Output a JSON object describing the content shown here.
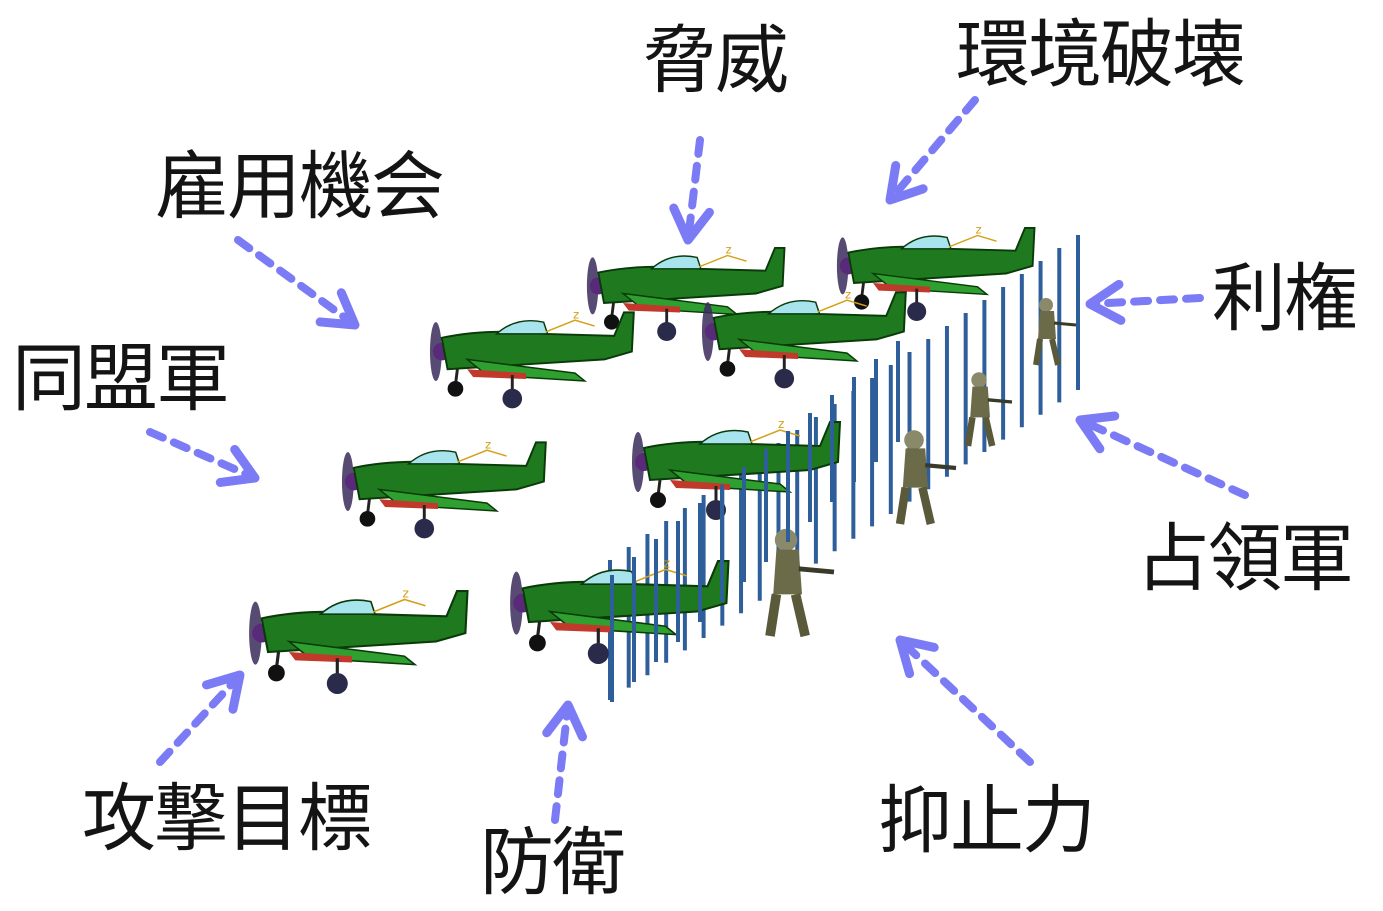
{
  "labels": {
    "threat": "脅威",
    "environmental_destruction": "環境破壊",
    "employment": "雇用機会",
    "interests": "利権",
    "allied_forces": "同盟軍",
    "occupation_forces": "占領軍",
    "attack_target": "攻撃目標",
    "defense": "防衛",
    "deterrence": "抑止力"
  },
  "colors": {
    "arrow": "#7b7bf5",
    "plane_body": "#1f7a1f",
    "plane_dark": "#0d4d0d",
    "fence": "#2f5f9a",
    "soldier": "#6b6b4a",
    "text": "#141414"
  },
  "icons": [
    "airplane-icon",
    "soldier-icon",
    "fence-icon",
    "dashed-arrow-icon"
  ]
}
